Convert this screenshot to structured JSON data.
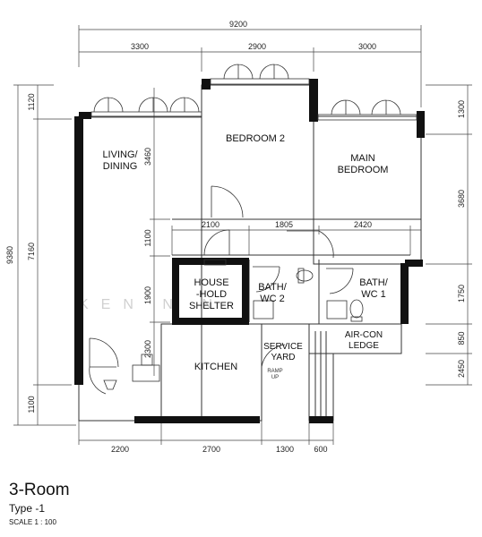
{
  "caption": {
    "title": "3-Room",
    "type": "Type -1",
    "scale": "SCALE  1 : 100"
  },
  "watermark": "KEN N   N",
  "rooms": {
    "living": [
      "LIVING/",
      "DINING"
    ],
    "bedroom2": "BEDROOM  2",
    "main_bedroom": [
      "MAIN",
      "BEDROOM"
    ],
    "shelter": [
      "HOUSE",
      "-HOLD",
      "SHELTER"
    ],
    "bath2": [
      "BATH/",
      "WC 2"
    ],
    "bath1": [
      "BATH/",
      "WC 1"
    ],
    "aircon": [
      "AIR-CON",
      "LEDGE"
    ],
    "service": [
      "SERVICE",
      "YARD"
    ],
    "kitchen": "KITCHEN",
    "ramp": [
      "RAMP",
      "UP"
    ]
  },
  "dims": {
    "top_total": "9200",
    "top": [
      "3300",
      "2900",
      "3000"
    ],
    "mid": [
      "2100",
      "1805",
      "2420"
    ],
    "bottom": [
      "2200",
      "2700",
      "1300",
      "600"
    ],
    "left_total": "9380",
    "left_outer": [
      "1120",
      "7160",
      "1100"
    ],
    "left_inner": [
      "3460",
      "1100",
      "1900",
      "2300"
    ],
    "right": [
      "1300",
      "3680",
      "1750",
      "850",
      "2450"
    ]
  },
  "colors": {
    "wall": "#111111",
    "line": "#333333",
    "background": "#ffffff"
  }
}
